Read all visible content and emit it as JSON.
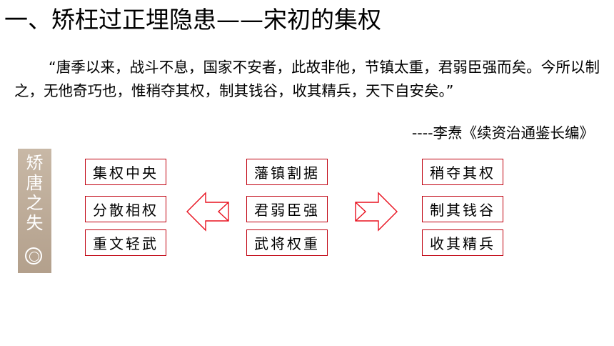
{
  "title": "一、矫枉过正埋隐患——宋初的集权",
  "quote": "“唐季以来，战斗不息，国家不安者，此故非他，节镇太重，君弱臣强而矣。今所以制之，无他奇巧也，惟稍夺其权，制其钱谷，收其精兵，天下自安矣。”",
  "source": "----李焘《续资治通鉴长编》",
  "banner": {
    "text": "矫唐之失",
    "icon": "seal-icon"
  },
  "left_items": [
    "集权中央",
    "分散相权",
    "重文轻武"
  ],
  "center_items": [
    "藩镇割据",
    "君弱臣强",
    "武将权重"
  ],
  "right_items": [
    "稍夺其权",
    "制其钱谷",
    "收其精兵"
  ],
  "colors": {
    "box_border": "#c0000e",
    "banner_bg": "#bfae9b",
    "arrow": "#e8101e"
  }
}
